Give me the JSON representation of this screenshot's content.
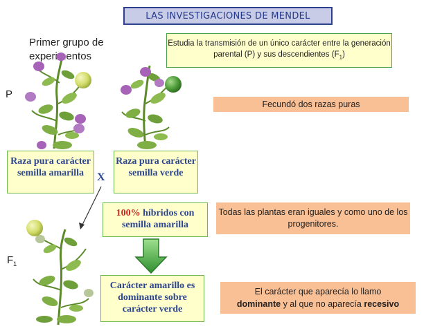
{
  "title": "LAS INVESTIGACIONES DE MENDEL",
  "group_title": "Primer grupo de experimentos",
  "description": {
    "text_before_sub": "Estudia la transmisión de un único carácter entre la generación parental (P) y sus descendientes (F",
    "sub": "1",
    "text_after_sub": ")"
  },
  "generation_labels": {
    "parental": "P",
    "f1_letter": "F",
    "f1_sub": "1"
  },
  "boxes": {
    "raza_amarilla": "Raza pura carácter semilla amarilla",
    "raza_verde": "Raza pura carácter semilla verde",
    "cross_symbol": "X",
    "hibridos_pct": "100%",
    "hibridos_text": " híbridos con semilla amarilla",
    "dominante": "Carácter amarillo es dominante sobre carácter verde"
  },
  "facts": {
    "fecundo": "Fecundó dos razas puras",
    "iguales": "Todas las plantas eran iguales y como uno de los progenitores.",
    "dominante_part1": "El carácter que aparecía lo llamo",
    "dominante_word": "dominante",
    "dominante_part2": " y al que no aparecía ",
    "recesivo_word": "recesivo"
  },
  "colors": {
    "title_fill": "#c9cce6",
    "title_border": "#2d3f8f",
    "note_fill": "#ffffcc",
    "note_border": "#4aa34a",
    "fact_fill": "#f9bf95",
    "arrow_green": "#3aa03a",
    "seed_yellow": "#d4dd6a",
    "seed_green": "#4e9c3a",
    "flower_purple": "#a663b8"
  },
  "icons": [
    "pea-plant-yellow-seed",
    "pea-plant-green-seed",
    "pea-plant-f1",
    "yellow-seed-icon",
    "green-seed-icon",
    "down-arrow-icon"
  ]
}
